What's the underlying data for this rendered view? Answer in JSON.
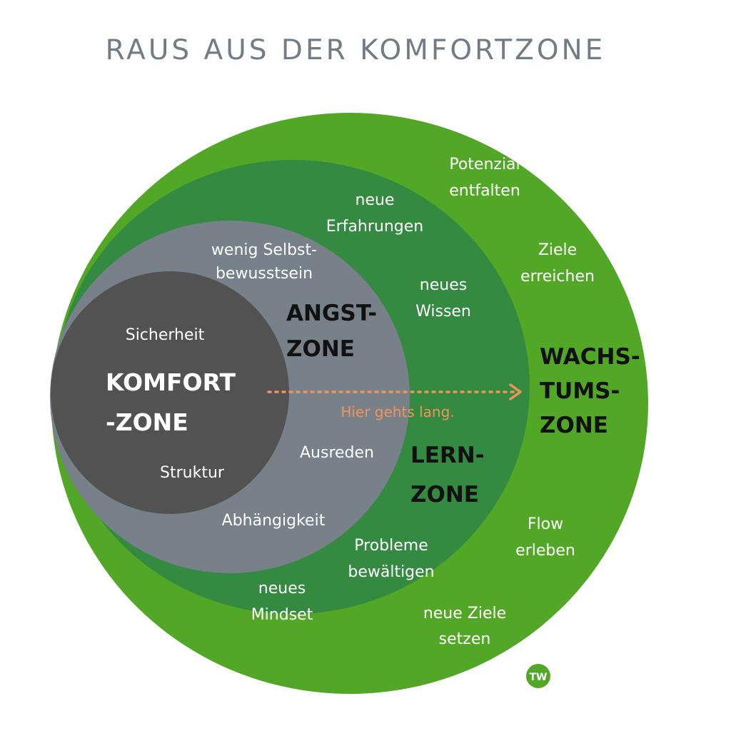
{
  "title": "RAUS AUS DER KOMFORTZONE",
  "colors": {
    "wachstum": "#52a726",
    "lern": "#348a40",
    "angst": "#788089",
    "komfort": "#525252",
    "arrow": "#f0955a",
    "title": "#737b85"
  },
  "zones": {
    "komfort": {
      "line1": "KOMFORT",
      "line2": "-ZONE",
      "items": [
        "Sicherheit",
        "Struktur"
      ]
    },
    "angst": {
      "line1": "ANGST-",
      "line2": "ZONE",
      "items": [
        "wenig Selbst-",
        "bewusstsein",
        "Ausreden",
        "Abhängigkeit"
      ]
    },
    "lern": {
      "line1": "LERN-",
      "line2": "ZONE",
      "items": [
        "neue",
        "Erfahrungen",
        "neues",
        "Wissen",
        "Probleme",
        "bewältigen",
        "neues",
        "Mindset"
      ]
    },
    "wachstum": {
      "line1": "WACHS-",
      "line2": "TUMS-",
      "line3": "ZONE",
      "items": [
        "Potenzial",
        "entfalten",
        "Ziele",
        "erreichen",
        "Flow",
        "erleben",
        "neue Ziele",
        "setzen"
      ]
    }
  },
  "arrow": {
    "label": "Hier gehts lang."
  },
  "logo": {
    "icon": "tw-logo-icon",
    "glyph": "TW"
  }
}
